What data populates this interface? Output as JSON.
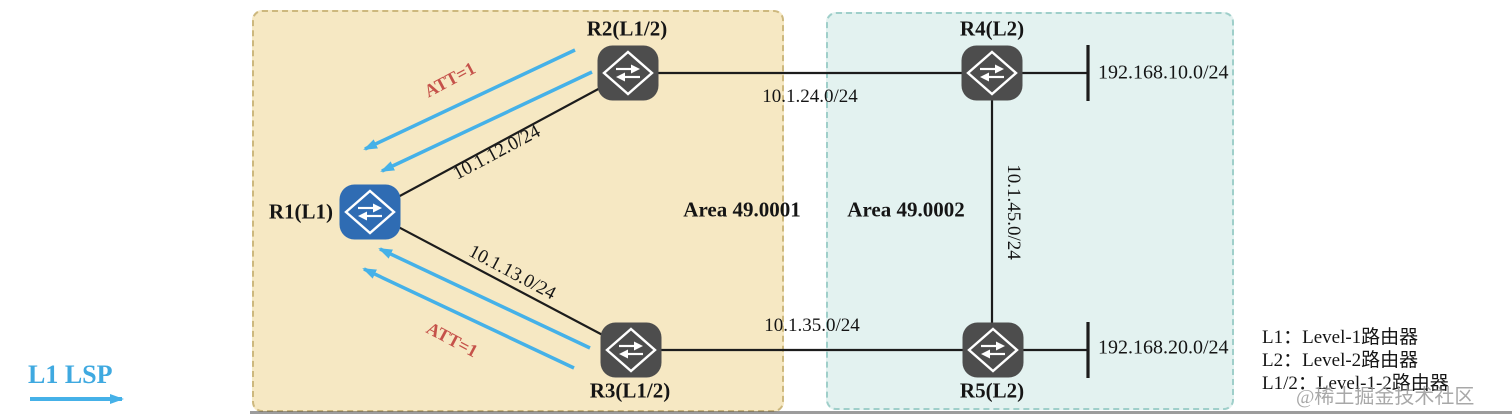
{
  "areas": {
    "area1": {
      "label": "Area 49.0001"
    },
    "area2": {
      "label": "Area 49.0002"
    }
  },
  "routers": {
    "r1": {
      "label": "R1(L1)"
    },
    "r2": {
      "label": "R2(L1/2)"
    },
    "r3": {
      "label": "R3(L1/2)"
    },
    "r4": {
      "label": "R4(L2)"
    },
    "r5": {
      "label": "R5(L2)"
    }
  },
  "links": {
    "r1_r2": {
      "label": "10.1.12.0/24"
    },
    "r1_r3": {
      "label": "10.1.13.0/24"
    },
    "r2_r4": {
      "label": "10.1.24.0/24"
    },
    "r3_r5": {
      "label": "10.1.35.0/24"
    },
    "r4_r5": {
      "label": "10.1.45.0/24"
    },
    "r4_lan": {
      "label": "192.168.10.0/24"
    },
    "r5_lan": {
      "label": "192.168.20.0/24"
    }
  },
  "annotations": {
    "att_r1_r2": "ATT=1",
    "att_r1_r3": "ATT=1"
  },
  "legend": {
    "lsp_label": "L1 LSP",
    "notes": [
      "L1：Level-1路由器",
      "L2：Level-2路由器",
      "L1/2：Level-1-2路由器"
    ]
  },
  "watermark": "@稀土掘金技术社区",
  "colors": {
    "area1_bg": "#f6e8c3",
    "area2_bg": "#e3f2f0",
    "router_default": "#4d4d4d",
    "router_highlight": "#2f6cb3",
    "lsp_arrow": "#45b1e8",
    "att_text": "#c5524a"
  }
}
